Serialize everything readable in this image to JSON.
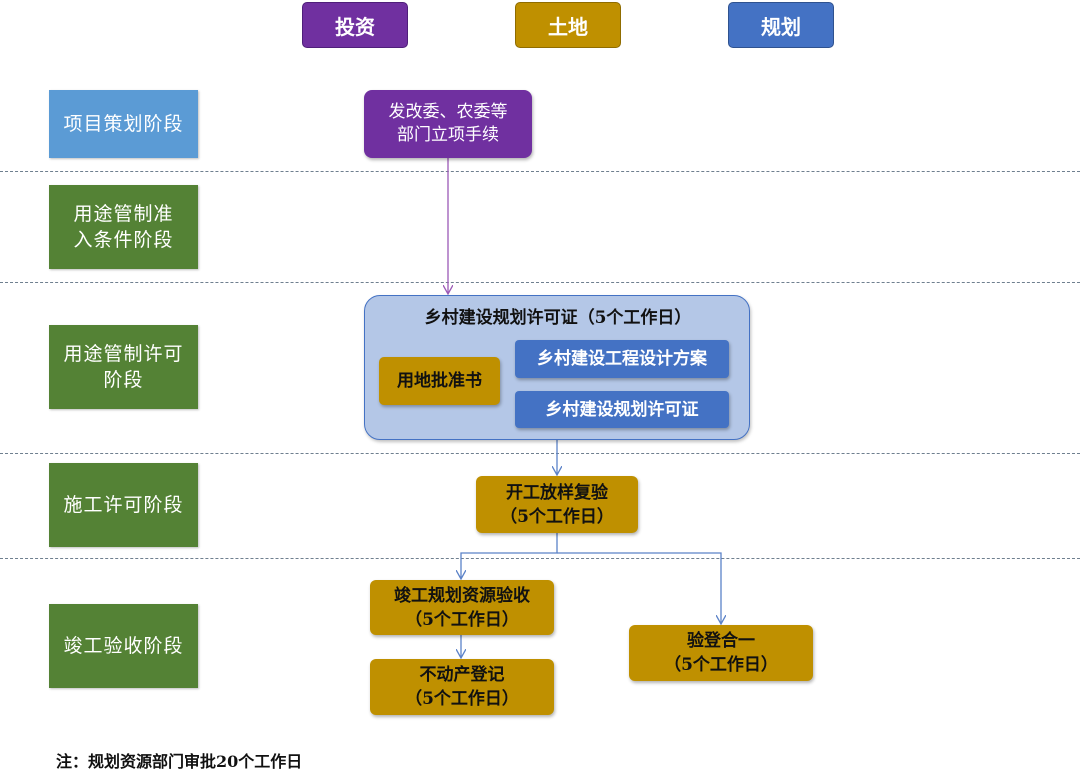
{
  "legend": {
    "investment": {
      "label": "投资",
      "color": "#7030a0"
    },
    "land": {
      "label": "土地",
      "color": "#bf9000"
    },
    "planning": {
      "label": "规划",
      "color": "#4472c4"
    }
  },
  "stages": [
    {
      "label": "项目策划阶段",
      "color": "#5b9bd5"
    },
    {
      "label": "用途管制准入条件阶段",
      "color": "#548235"
    },
    {
      "label": "用途管制许可阶段",
      "color": "#548235"
    },
    {
      "label": "施工许可阶段",
      "color": "#548235"
    },
    {
      "label": "竣工验收阶段",
      "color": "#548235"
    }
  ],
  "nodes": {
    "approval": {
      "line1": "发改委、农委等",
      "line2": "部门立项手续"
    },
    "permit_group": {
      "title": "乡村建设规划许可证（5个工作日）",
      "land_approval": "用地批准书",
      "design_plan": "乡村建设工程设计方案",
      "permit": "乡村建设规划许可证"
    },
    "layout_check": {
      "line1": "开工放样复验",
      "line2": "（5个工作日）"
    },
    "completion_check": {
      "line1": "竣工规划资源验收",
      "line2": "（5个工作日）"
    },
    "property_registration": {
      "line1": "不动产登记",
      "line2": "（5个工作日）"
    },
    "combined_check": {
      "line1": "验登合一",
      "line2": "（5个工作日）"
    }
  },
  "note": "注：规划资源部门审批20个工作日"
}
